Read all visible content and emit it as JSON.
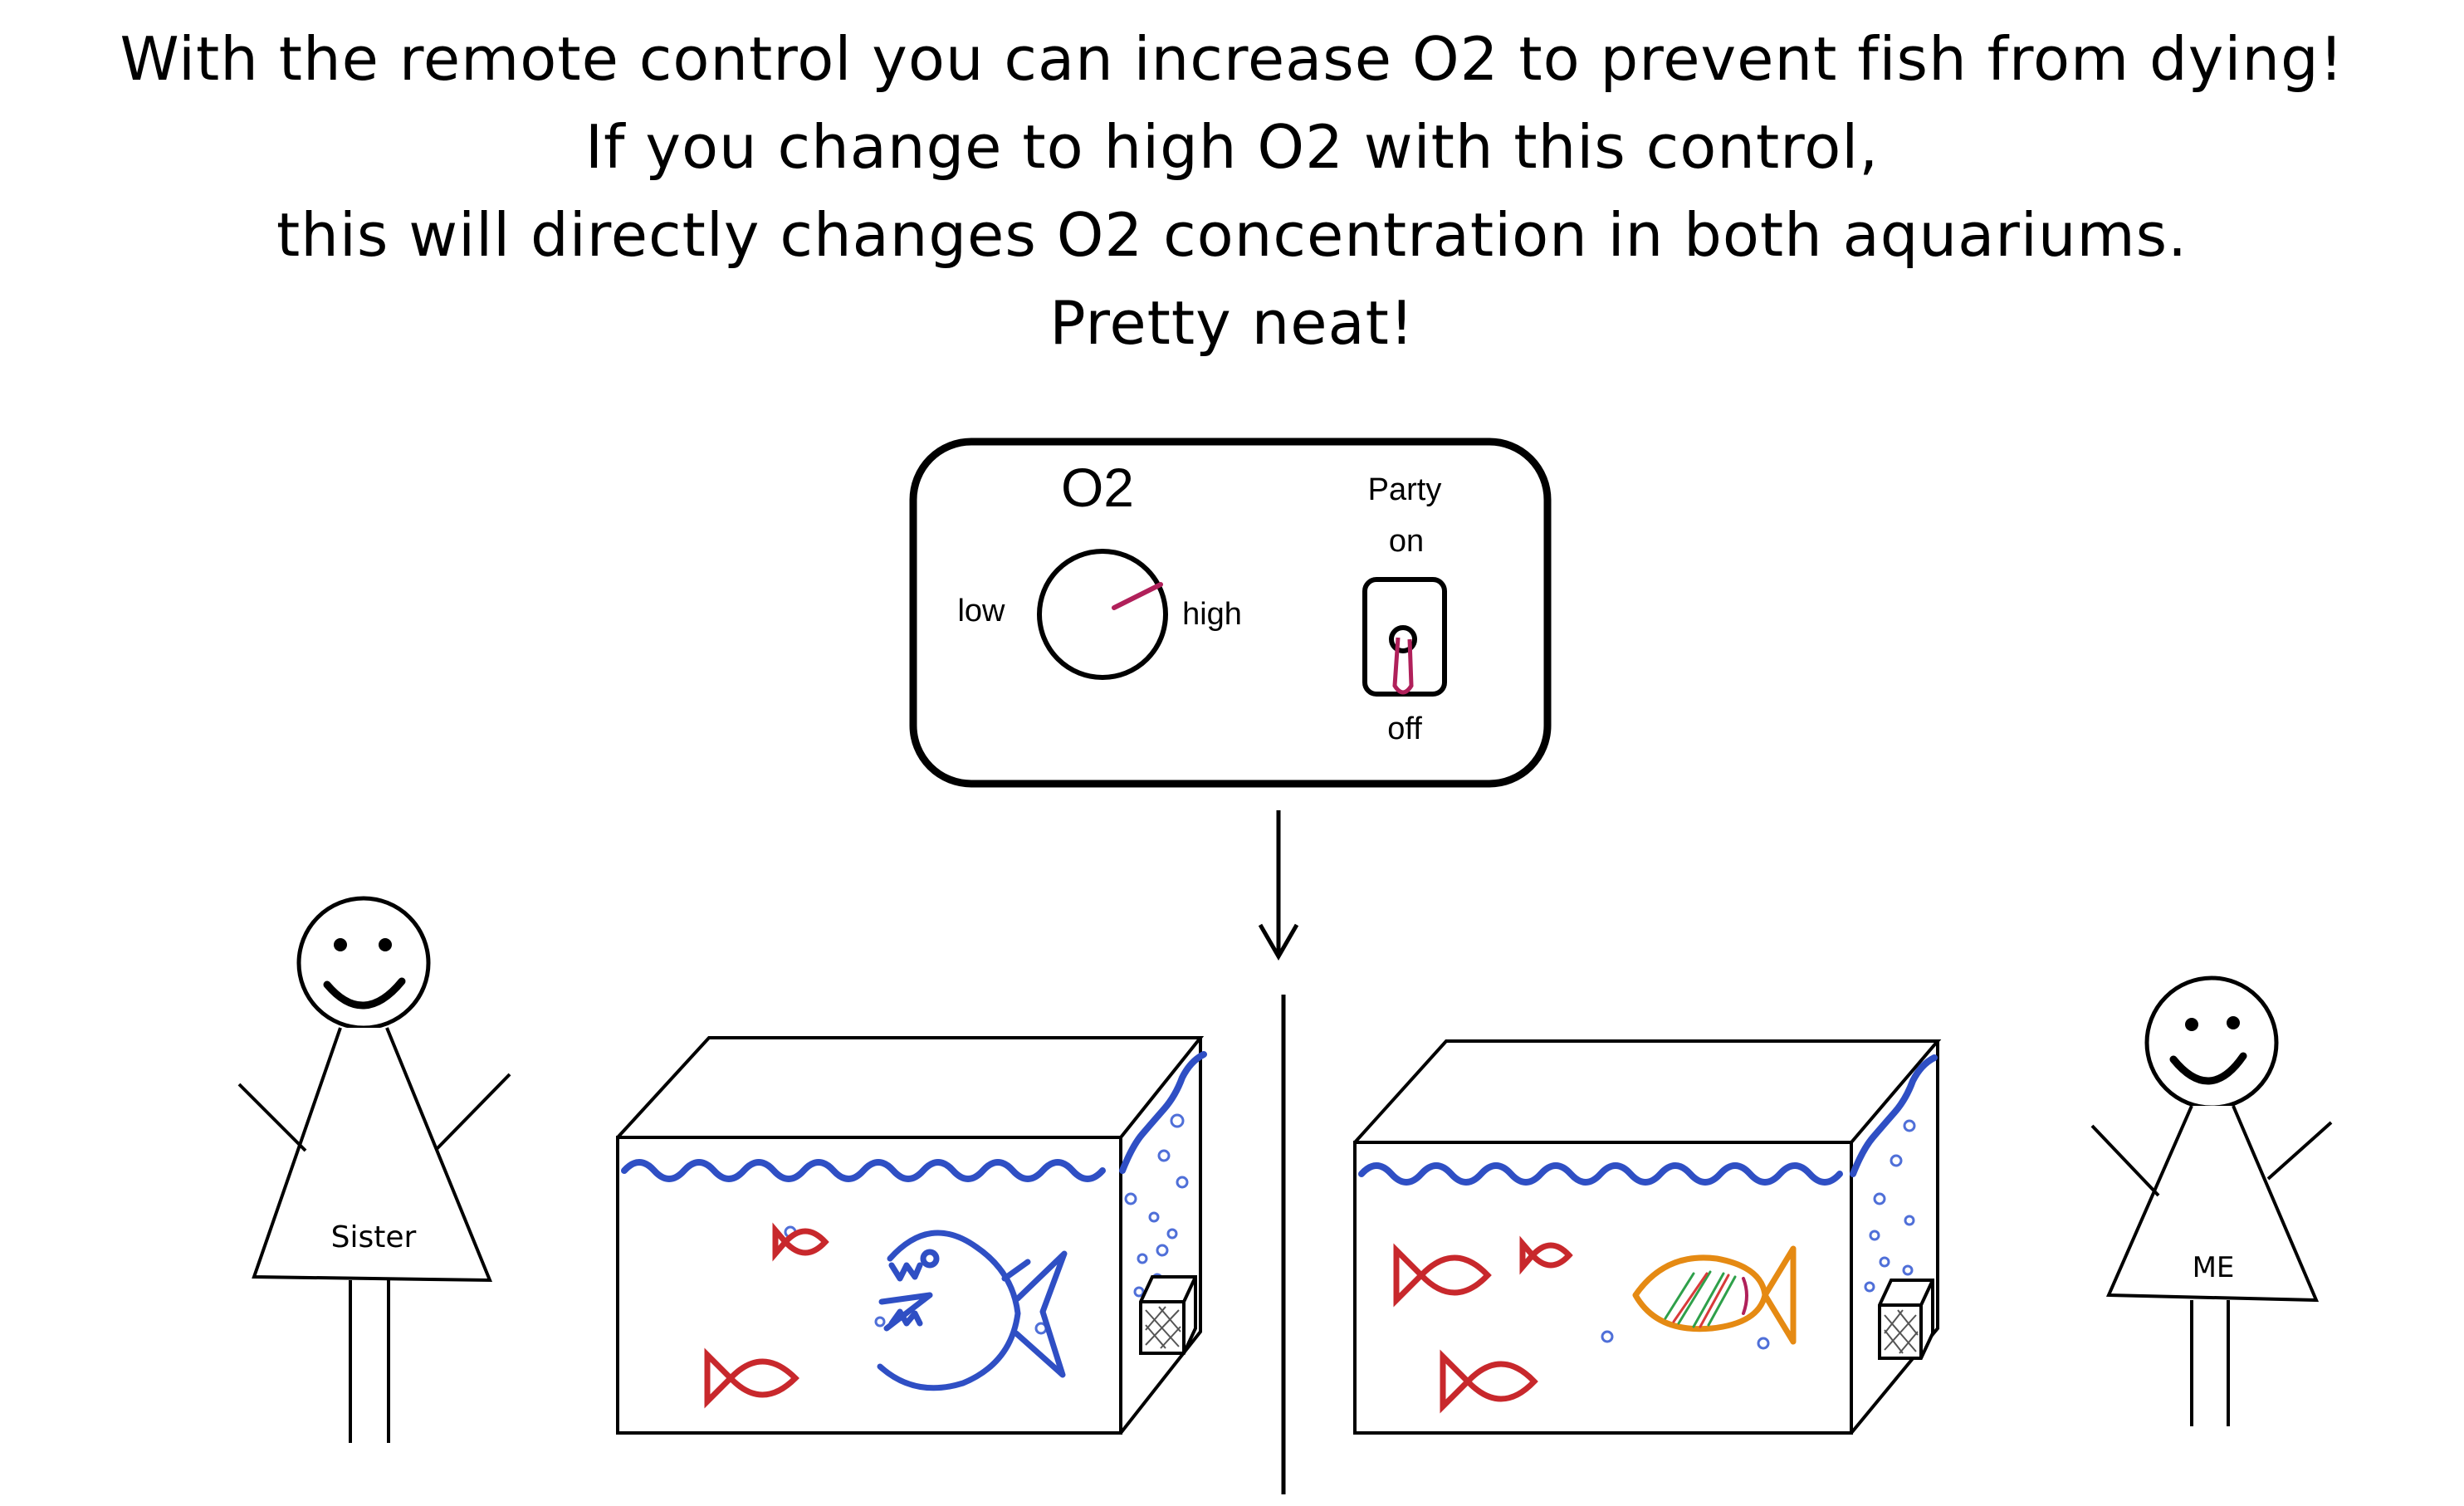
{
  "caption": {
    "line1": "With the remote control you can increase O2 to prevent fish from dying!",
    "line2": "If you change to high O2 with this control,",
    "line3": "this will directly changes O2 concentration in both aquariums.",
    "line4": "Pretty neat!"
  },
  "remote": {
    "title": "O2",
    "dial_low": "low",
    "dial_high": "high",
    "dial_setting": "high",
    "switch_title": "Party",
    "switch_on": "on",
    "switch_off": "off",
    "switch_state": "off"
  },
  "people": {
    "left_shirt": "Sister",
    "right_shirt": "ME"
  },
  "colors": {
    "ink": "#000000",
    "water": "#2f4fc4",
    "red_fish": "#c8282c",
    "piranha": "#2f4fc4",
    "orange_fish": "#e58a13",
    "knob_indicator": "#b0205a",
    "bubbles": "#4f6fd8"
  }
}
